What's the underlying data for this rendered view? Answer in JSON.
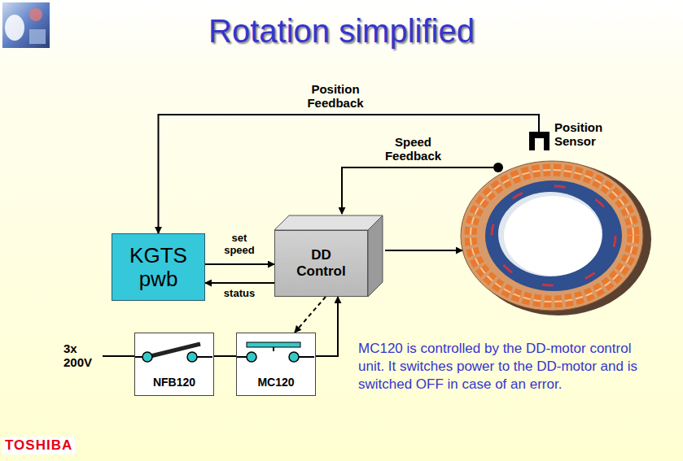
{
  "diagram": {
    "title": "Rotation simplified",
    "nodes": [
      {
        "text": [
          "Position Sensor"
        ]
      },
      {
        "text": [
          "KGTS pwb"
        ]
      },
      {
        "text": [
          "DD Control"
        ]
      },
      {
        "text": [
          "NFB120"
        ]
      },
      {
        "text": [
          "MC120"
        ]
      }
    ],
    "edges": [
      {
        "from": 0,
        "to": 1,
        "arrow": "to",
        "label": "Position Feedback"
      },
      {
        "from": 1,
        "to": 2,
        "arrow": "to",
        "label": "set speed"
      },
      {
        "from": 2,
        "to": 1,
        "arrow": "to",
        "label": "status"
      },
      {
        "from": 3,
        "to": 4,
        "arrow": "none"
      },
      {
        "from": 4,
        "to": 2,
        "arrow": "to"
      },
      {
        "from": 2,
        "to": 4,
        "arrow": "to"
      }
    ],
    "labels": [
      "Speed Feedback",
      "3x 200V",
      "MC120 is controlled by the DD-motor control unit. It switches power to the DD-motor and is switched OFF in case of an error.",
      "TOSHIBA"
    ]
  }
}
